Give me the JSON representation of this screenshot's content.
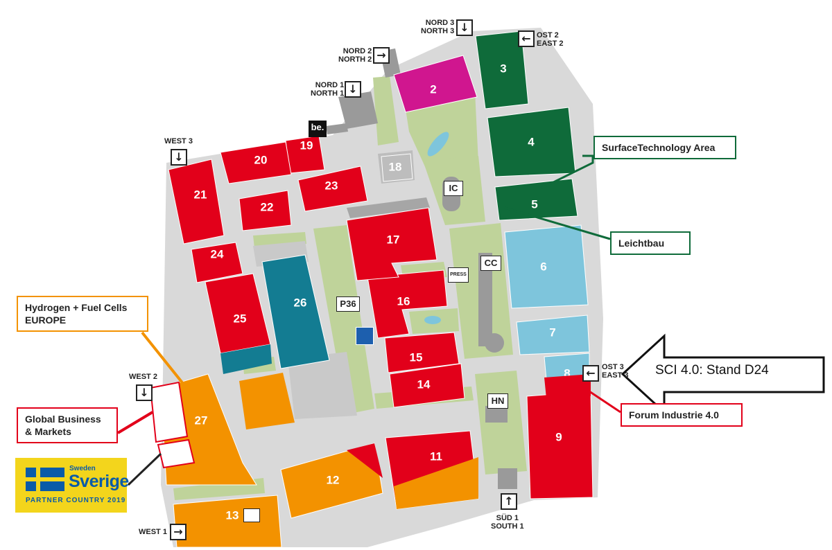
{
  "halls": {
    "h2": "2",
    "h3": "3",
    "h4": "4",
    "h5": "5",
    "h6": "6",
    "h7": "7",
    "h8": "8",
    "h9": "9",
    "h11": "11",
    "h12": "12",
    "h13": "13",
    "h14": "14",
    "h15": "15",
    "h16": "16",
    "h17": "17",
    "h18": "18",
    "h19": "19",
    "h20": "20",
    "h21": "21",
    "h22": "22",
    "h23": "23",
    "h24": "24",
    "h25": "25",
    "h26": "26",
    "h27": "27"
  },
  "facilities": {
    "ic": "IC",
    "cc": "CC",
    "hn": "HN",
    "press": "PRESS",
    "p36": "P36",
    "be": "be."
  },
  "gates": {
    "nord3": "NORD 3",
    "north3": "NORTH 3",
    "ost2": "OST 2",
    "east2": "EAST 2",
    "nord2": "NORD 2",
    "north2": "NORTH 2",
    "nord1": "NORD 1",
    "north1": "NORTH 1",
    "west3": "WEST 3",
    "west2": "WEST 2",
    "west1": "WEST 1",
    "ost3": "OST 3",
    "east3": "EAST 3",
    "sued1": "SÜD 1",
    "south1": "SOUTH 1"
  },
  "labels": {
    "surface": "SurfaceTechnology Area",
    "leichtbau": "Leichtbau",
    "hydrogen_line1": "Hydrogen + Fuel Cells",
    "hydrogen_line2": "EUROPE",
    "global_line1": "Global Business",
    "global_line2": "& Markets",
    "forum": "Forum Industrie 4.0",
    "callout": "SCI 4.0: Stand D24"
  },
  "partner": {
    "small": "Sweden",
    "big": "Sverige",
    "line": "PARTNER COUNTRY 2019"
  },
  "colors": {
    "red": "#e2001a",
    "green": "#0f6b3a",
    "magenta": "#d0168f",
    "lightblue": "#7ec5dc",
    "teal": "#137c92",
    "orange": "#f39200",
    "ground": "#d9d9d9",
    "park": "#bfd39a"
  }
}
